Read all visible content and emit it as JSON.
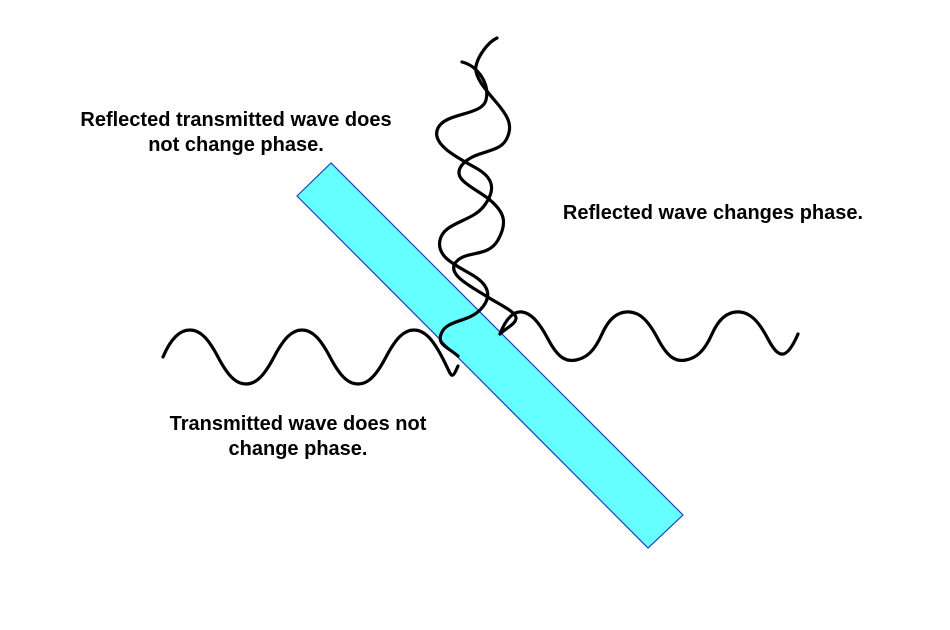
{
  "colors": {
    "plate_fill": "#66FFFF",
    "plate_stroke": "#1F3FBF",
    "wave": "#000000",
    "text": "#000000"
  },
  "labels": {
    "reflected_transmitted": {
      "line1": "Reflected transmitted wave does",
      "line2": "not change phase."
    },
    "reflected": "Reflected wave changes phase.",
    "transmitted": {
      "line1": "Transmitted wave does not",
      "line2": "change phase."
    }
  }
}
